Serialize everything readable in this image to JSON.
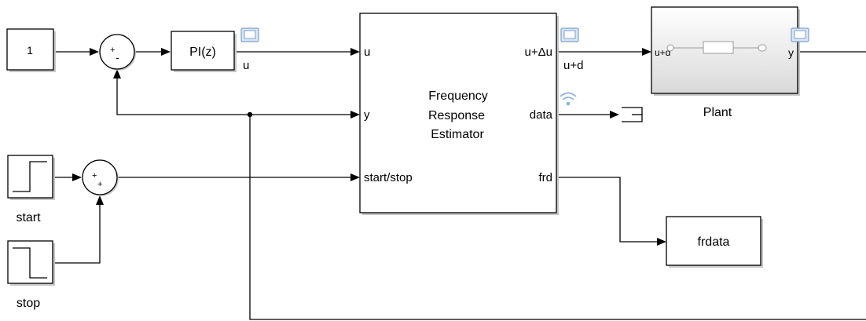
{
  "blocks": {
    "constant": "1",
    "controller": "PI(z)",
    "estimator_title": [
      "Frequency",
      "Response",
      "Estimator"
    ],
    "plant": "Plant",
    "frdata": "frdata",
    "start": "start",
    "stop": "stop"
  },
  "estimator_ports": {
    "in_u": "u",
    "in_y": "y",
    "in_startstop": "start/stop",
    "out_udu": "u+Δu",
    "out_data": "data",
    "out_frd": "frd"
  },
  "plant_ports": {
    "in": "u+d",
    "out": "y"
  },
  "signals": {
    "u": "u",
    "ud": "u+d"
  },
  "sum_signs": {
    "sum1_top": "+",
    "sum1_bottom": "-",
    "sum2_top": "+",
    "sum2_bottom": "+"
  },
  "colors": {
    "scope_fill": "#dbe6f4",
    "scope_stroke": "#7b9fcf",
    "shadow": "#c8c8c8"
  }
}
